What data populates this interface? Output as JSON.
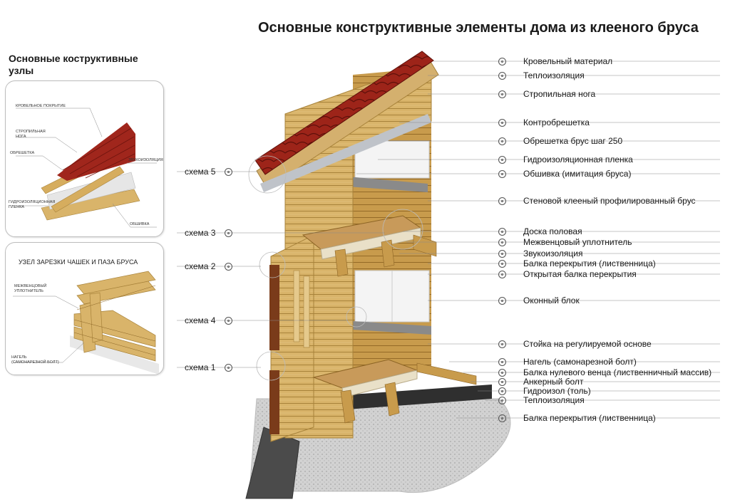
{
  "title": "Основные конструктивные элементы дома из клееного бруса",
  "subtitle": "Основные коструктивные узлы",
  "panel1": {
    "labels": {
      "roof": "КРОВЕЛЬНОЕ ПОКРЫТИЕ",
      "rafter": "СТРОПИЛЬНАЯ\nНОГА",
      "lathing": "ОБРЕШЕТКА",
      "insulation": "ЗВУКОИЗОЛЯЦИЯ",
      "membrane": "ГИДРОИЗОЛЯЦИОННАЯ\nПЛЕНКА",
      "cladding": "ОБШИВКА"
    }
  },
  "panel2": {
    "title": "УЗЕЛ ЗАРЕЗКИ ЧАШЕК И ПАЗА БРУСА",
    "labels": {
      "seal": "МЕЖВЕНЦОВЫЙ\nУПЛОТНИТЕЛЬ",
      "dowel": "НАГЕЛЬ\n(САМОНАРЕЗНОЙ БОЛТ)"
    }
  },
  "callouts": [
    "Кровельный материал",
    "Теплоизоляция",
    "Стропильная нога",
    "Контробрешетка",
    "Обрешетка брус шаг 250",
    "Гидроизоляционная пленка",
    "Обшивка (имитация бруса)",
    "Стеновой клееный профилированный брус",
    "Доска половая",
    "Межвенцовый уплотнитель",
    "Звукоизоляция",
    "Балка перекрытия (лиственница)",
    "Открытая балка перекрытия",
    "Оконный блок",
    "Стойка на регулируемой основе",
    "Нагель (самонарезной болт)",
    "Балка нулевого венца (лиственничный массив)",
    "Анкерный болт",
    "Гидроизол (толь)",
    "Теплоизоляция",
    "Балка перекрытия (лиственница)"
  ],
  "schemes": [
    "схема 5",
    "схема 3",
    "схема 2",
    "схема 4",
    "схема 1"
  ],
  "colors": {
    "roof_tile": "#a0261c",
    "timber": "#d9b46a",
    "timber_dark": "#b8893d",
    "foundation": "#4b4b4b",
    "ground": "#cfcfcf",
    "leader": "#8a8a8a"
  }
}
